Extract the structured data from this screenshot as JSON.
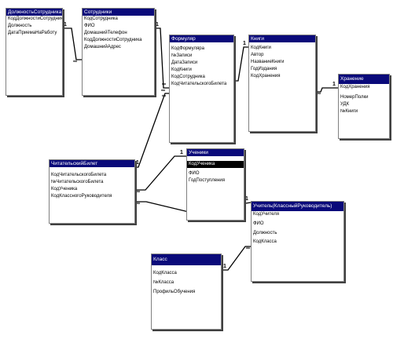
{
  "tables": {
    "dolzhnost": {
      "title": "ДолжностьСотрудника",
      "fields": [
        "КодДолжностиСотрудника",
        "Должность",
        "ДатаПриемаНаРаботу"
      ]
    },
    "sotrudniki": {
      "title": "Сотрудники",
      "fields": [
        "КодСотрудника",
        "ФИО",
        "ДомашнийТелефон",
        "КодДолжностиСотрудника",
        "ДомашнийАдрес"
      ]
    },
    "formulyar": {
      "title": "Формуляр",
      "fields": [
        "КодФормуляра",
        "№Записи",
        "ДатаЗаписи",
        "КодКниги",
        "КодСотрудника",
        "КодЧитательскогоБилета"
      ]
    },
    "knigi": {
      "title": "Книги",
      "fields": [
        "КодКниги",
        "Автор",
        "НазваниеКниги",
        "ГодИздания",
        "КодХранения"
      ]
    },
    "hranenie": {
      "title": "Хранение",
      "fields": [
        "КодХранения",
        "НомерПолки",
        "УДК",
        "№Книги"
      ]
    },
    "chitbilet": {
      "title": "ЧитательскийБилет",
      "fields": [
        "КодЧитательскогоБилета",
        "№ЧитательскогоБилета",
        "КодУченика",
        "КодКлассногоРуководителя"
      ]
    },
    "ucheniki": {
      "title": "Ученики",
      "fields": [
        "КодУченика",
        "ФИО",
        "ГодПоступления"
      ]
    },
    "uchitel": {
      "title": "Учитель(КлассныйРуководитель)",
      "fields": [
        "КодУчителя",
        "ФИО",
        "Должность",
        "КодКласса"
      ]
    },
    "klass": {
      "title": "Класс",
      "fields": [
        "КодКласса",
        "№Класса",
        "ПрофильОбучения"
      ]
    }
  },
  "cardinality": {
    "one": "1",
    "many": "∞"
  },
  "colors": {
    "header_bg": "#0a0a7a",
    "header_fg": "#ffffff",
    "line": "#000000"
  }
}
